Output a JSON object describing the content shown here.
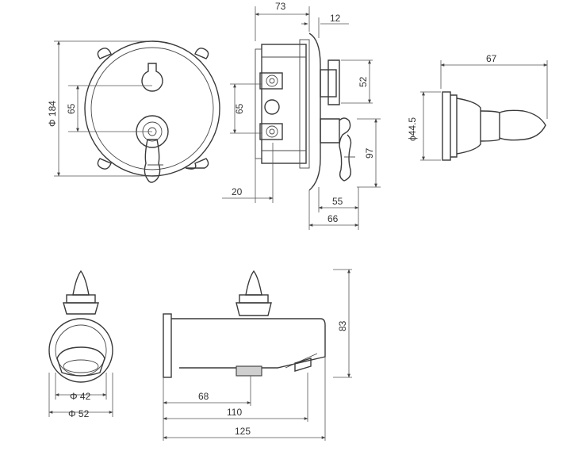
{
  "drawing": {
    "front_view": {
      "diameter": "Φ 184",
      "spacing": "65"
    },
    "side_view": {
      "depth": "73",
      "flange": "12",
      "handle_height": "52",
      "spacing": "65",
      "handle_offset": "97",
      "inlet": "20",
      "projection_55": "55",
      "projection_66": "66"
    },
    "handle_detail": {
      "length": "67",
      "diameter": "ϕ44.5"
    },
    "spout_view": {
      "outer": "Φ 52",
      "inner": "Φ 42",
      "height": "83",
      "d68": "68",
      "d110": "110",
      "d125": "125"
    }
  }
}
